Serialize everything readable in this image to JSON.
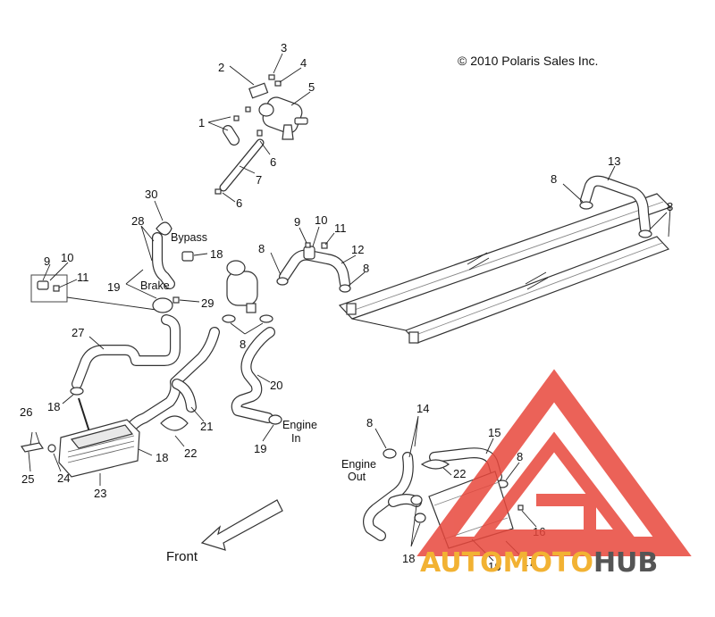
{
  "copyright": "© 2010 Polaris Sales Inc.",
  "direction_label": "Front",
  "callouts": {
    "c1": "1",
    "c2": "2",
    "c3": "3",
    "c4": "4",
    "c5": "5",
    "c6a": "6",
    "c6b": "6",
    "c7": "7",
    "c8a": "8",
    "c8b": "8",
    "c8c": "8",
    "c8d": "8",
    "c8e": "8",
    "c8f": "8",
    "c8g": "8",
    "c9a": "9",
    "c9b": "9",
    "c10a": "10",
    "c10b": "10",
    "c11a": "11",
    "c11b": "11",
    "c12": "12",
    "c13": "13",
    "c14": "14",
    "c15": "15",
    "c16a": "16",
    "c16b": "16",
    "c17": "17",
    "c18a": "18",
    "c18b": "18",
    "c18c": "18",
    "c18d": "18",
    "c19a": "19",
    "c19b": "19",
    "c20": "20",
    "c21": "21",
    "c22a": "22",
    "c22b": "22",
    "c23": "23",
    "c24": "24",
    "c25": "25",
    "c26": "26",
    "c27": "27",
    "c28": "28",
    "c29": "29",
    "c30": "30"
  },
  "annotations": {
    "bypass": "Bypass",
    "brake": "Brake",
    "engine_in_1": "Engine",
    "engine_in_2": "In",
    "engine_out_1": "Engine",
    "engine_out_2": "Out"
  },
  "watermark": {
    "auto": "AUTO",
    "moto": "MOTO",
    "hub": "HUB",
    "accent_color": "#f2b233",
    "hub_color": "#555555",
    "logo_color": "#e8473c"
  }
}
